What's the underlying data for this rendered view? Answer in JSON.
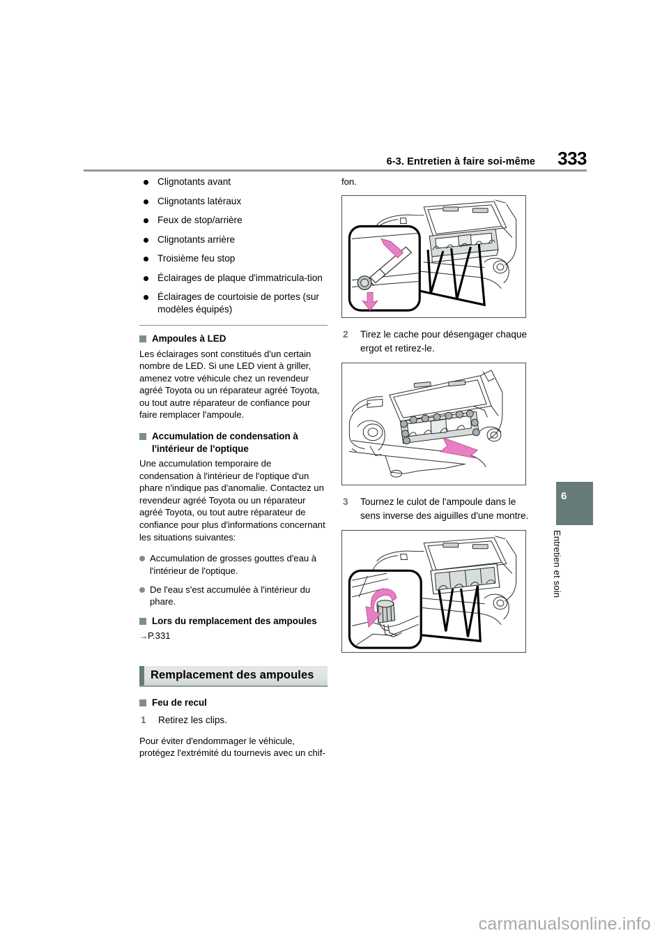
{
  "header": {
    "title": "6-3. Entretien à faire soi-même",
    "page_number": "333"
  },
  "side_tab": {
    "chapter_number": "6",
    "chapter_label": "Entretien et soin"
  },
  "left_column": {
    "lamp_list": [
      "Clignotants avant",
      "Clignotants latéraux",
      "Feux de stop/arrière",
      "Clignotants arrière",
      "Troisième feu stop",
      "Éclairages de plaque d'immatricula-tion",
      "Éclairages de courtoisie de portes (sur modèles équipés)"
    ],
    "led_heading": "Ampoules à LED",
    "led_paragraph": "Les éclairages sont constitués d'un certain nombre de LED. Si une LED vient à griller, amenez votre véhicule chez un revendeur agréé Toyota ou un réparateur agréé Toyota, ou tout autre réparateur de confiance pour faire remplacer l'ampoule.",
    "condensation_heading": "Accumulation de condensation à l'intérieur de l'optique",
    "condensation_paragraph": "Une accumulation temporaire de condensation à l'intérieur de l'optique d'un phare n'indique pas d'anomalie. Contactez un revendeur agréé Toyota ou un réparateur agréé Toyota, ou tout autre réparateur de confiance pour plus d'informations concernant les situations suivantes:",
    "condensation_items": [
      "Accumulation de grosses gouttes d'eau à l'intérieur de l'optique.",
      "De l'eau s'est accumulée à l'intérieur du phare."
    ],
    "replacement_heading": "Lors du remplacement des ampoules",
    "replacement_ref": "P.331",
    "ref_arrow": "→",
    "section_title": "Remplacement des ampoules",
    "reverse_lamp_heading": "Feu de recul",
    "step1_number": "1",
    "step1_text": "Retirez les clips.",
    "caution_paragraph": "Pour éviter d'endommager le véhicule, protégez l'extrémité du tournevis avec un chif-"
  },
  "right_column": {
    "lead_text": "fon.",
    "step2_number": "2",
    "step2_text": "Tirez le cache pour désengager chaque ergot et retirez-le.",
    "step3_number": "3",
    "step3_text": "Tournez le culot de l'ampoule dans le sens inverse des aiguilles d'une montre.",
    "figures": [
      {
        "name": "figure-clip-removal-screwdriver"
      },
      {
        "name": "figure-cover-removal-bumper"
      },
      {
        "name": "figure-bulb-socket-rotation"
      }
    ]
  },
  "watermark": "carmanualsonline.info",
  "colors": {
    "accent_green": "#677b79",
    "bullet_green": "#7c8e8c",
    "rule_gray": "#8c9b9a",
    "arrow_magenta": "#e87fc4",
    "figure_fill": "#d7dcdc"
  }
}
